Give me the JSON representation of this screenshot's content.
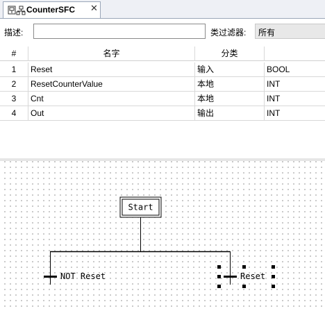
{
  "tab": {
    "title": "CounterSFC",
    "close_glyph": "✕",
    "icon": "sfc-chart-icon"
  },
  "filter": {
    "description_label": "描述:",
    "description_value": "",
    "category_label": "类过滤器:",
    "category_value": "所有"
  },
  "table": {
    "headers": [
      "#",
      "名字",
      "分类",
      ""
    ],
    "rows": [
      {
        "num": "1",
        "name": "Reset",
        "category": "输入",
        "type": "BOOL"
      },
      {
        "num": "2",
        "name": "ResetCounterValue",
        "category": "本地",
        "type": "INT"
      },
      {
        "num": "3",
        "name": "Cnt",
        "category": "本地",
        "type": "INT"
      },
      {
        "num": "4",
        "name": "Out",
        "category": "输出",
        "type": "INT"
      }
    ]
  },
  "sfc": {
    "initial_step": "Start",
    "transitions": [
      {
        "condition": "NOT Reset",
        "selected": false
      },
      {
        "condition": "Reset",
        "selected": true
      }
    ]
  },
  "colors": {
    "accent": "#9aa6b8",
    "grid_dot": "#b9b9b9",
    "lines": "#000000"
  }
}
